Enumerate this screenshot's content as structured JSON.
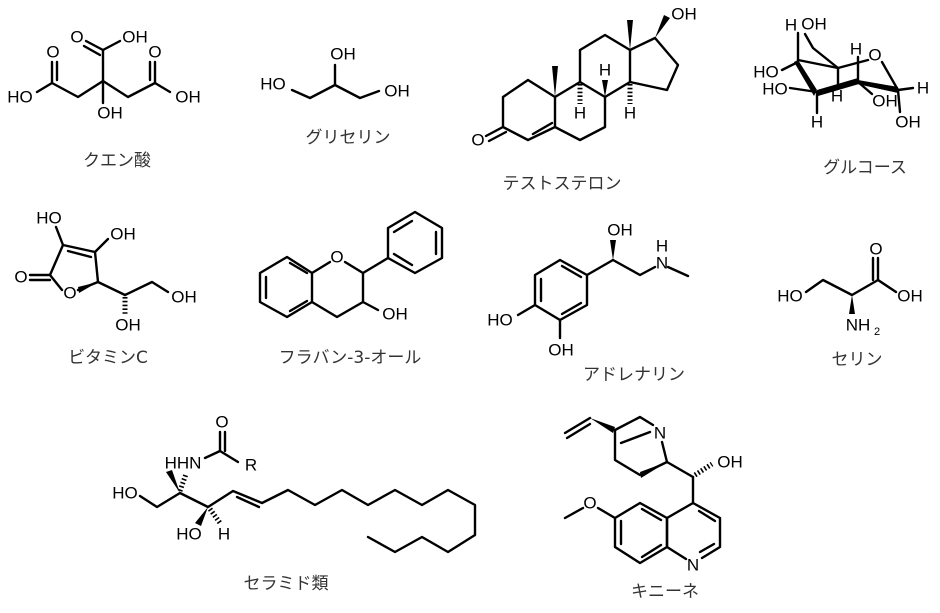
{
  "molecules": [
    {
      "name": "クエン酸",
      "atoms": [
        "O",
        "OH",
        "O",
        "HO",
        "O",
        "OH",
        "OH"
      ]
    },
    {
      "name": "グリセリン",
      "atoms": [
        "HO",
        "OH",
        "OH"
      ]
    },
    {
      "name": "テストステロン",
      "atoms": [
        "O",
        "OH",
        "H",
        "H",
        "H"
      ]
    },
    {
      "name": "グルコース",
      "atoms": [
        "H",
        "OH",
        "HO",
        "HO",
        "H",
        "H",
        "H",
        "O",
        "H",
        "OH",
        "OH"
      ]
    },
    {
      "name": "ビタミンC",
      "atoms": [
        "HO",
        "OH",
        "O",
        "O",
        "OH",
        "OH"
      ]
    },
    {
      "name": "フラバン-3-オール",
      "atoms": [
        "O",
        "OH"
      ]
    },
    {
      "name": "アドレナリン",
      "atoms": [
        "HO",
        "OH",
        "OH",
        "H",
        "N"
      ]
    },
    {
      "name": "セリン",
      "atoms": [
        "O",
        "HO",
        "OH",
        "NH",
        "2"
      ]
    },
    {
      "name": "セラミド類",
      "atoms": [
        "O",
        "HHN",
        "R",
        "HO",
        "HO",
        "H"
      ]
    },
    {
      "name": "キニーネ",
      "atoms": [
        "N",
        "OH",
        "O",
        "N"
      ]
    }
  ]
}
